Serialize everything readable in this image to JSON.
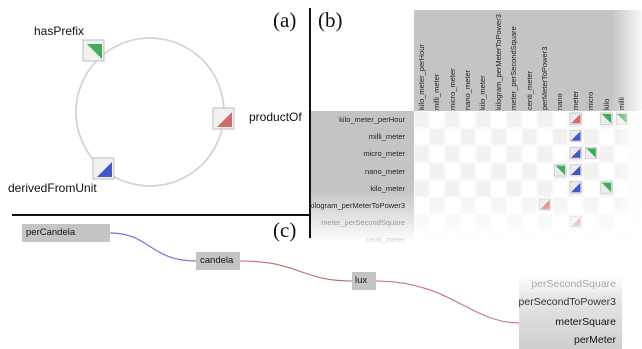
{
  "panels": {
    "a": "(a)",
    "b": "(b)",
    "c": "(c)"
  },
  "panel_a": {
    "nodes": [
      {
        "label": "hasPrefix",
        "color": "#3fae5a"
      },
      {
        "label": "productOf",
        "color": "#d06a6e"
      },
      {
        "label": "derivedFromUnit",
        "color": "#4257c4"
      }
    ]
  },
  "panel_b": {
    "columns": [
      "kilo_meter_perHour",
      "milli_meter",
      "micro_meter",
      "nano_meter",
      "kilo_meter",
      "kilogram_perMeterToPower3",
      "meter_perSecondSquare",
      "centi_meter",
      "perMeterToPower3",
      "nano",
      "meter",
      "micro",
      "kilo",
      "milli"
    ],
    "rows": [
      "kilo_meter_perHour",
      "milli_meter",
      "micro_meter",
      "nano_meter",
      "kilo_meter",
      "kilogram_perMeterToPower3",
      "meter_perSecondSquare",
      "centi_meter"
    ],
    "marks": [
      {
        "row": 0,
        "col": 10,
        "type": "productOf"
      },
      {
        "row": 0,
        "col": 12,
        "type": "hasPrefix"
      },
      {
        "row": 0,
        "col": 13,
        "type": "hasPrefix"
      },
      {
        "row": 1,
        "col": 10,
        "type": "derivedFromUnit"
      },
      {
        "row": 2,
        "col": 10,
        "type": "derivedFromUnit"
      },
      {
        "row": 2,
        "col": 11,
        "type": "hasPrefix"
      },
      {
        "row": 3,
        "col": 9,
        "type": "hasPrefix"
      },
      {
        "row": 3,
        "col": 10,
        "type": "derivedFromUnit"
      },
      {
        "row": 4,
        "col": 10,
        "type": "derivedFromUnit"
      },
      {
        "row": 4,
        "col": 12,
        "type": "hasPrefix"
      },
      {
        "row": 5,
        "col": 8,
        "type": "productOf"
      },
      {
        "row": 6,
        "col": 10,
        "type": "productOf"
      }
    ]
  },
  "panel_c": {
    "chips": [
      "perCandela",
      "candela",
      "lux"
    ],
    "stack": [
      "perSecondSquare",
      "perSecondToPower3",
      "meterSquare",
      "perMeter"
    ]
  }
}
